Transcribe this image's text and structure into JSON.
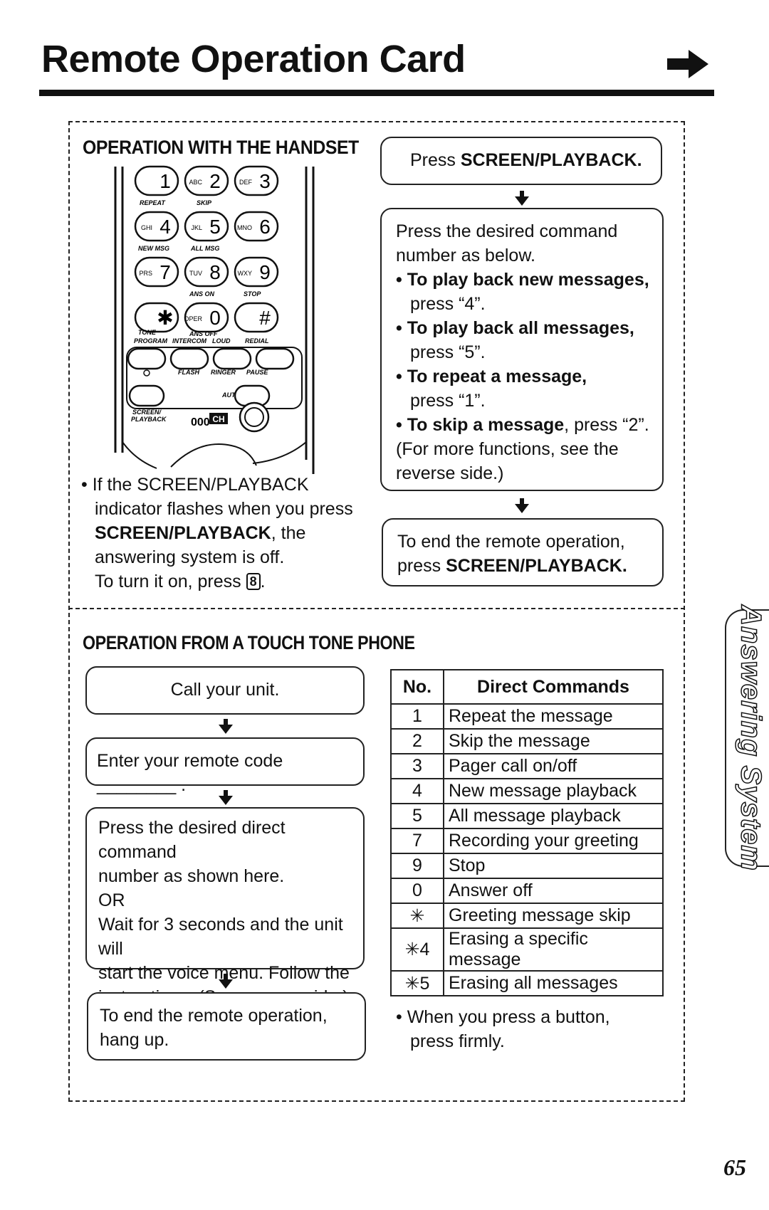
{
  "page": {
    "title": "Remote Operation Card",
    "page_number": "65",
    "side_tab": "Answering System"
  },
  "handset": {
    "heading": "OPERATION WITH THE HANDSET",
    "keys": [
      {
        "sub": "",
        "main": "1"
      },
      {
        "sub": "ABC",
        "main": "2"
      },
      {
        "sub": "DEF",
        "main": "3"
      },
      {
        "sub": "GHI",
        "main": "4"
      },
      {
        "sub": "JKL",
        "main": "5"
      },
      {
        "sub": "MNO",
        "main": "6"
      },
      {
        "sub": "PRS",
        "main": "7"
      },
      {
        "sub": "TUV",
        "main": "8"
      },
      {
        "sub": "WXY",
        "main": "9"
      },
      {
        "sub": "",
        "main": "✱"
      },
      {
        "sub": "OPER",
        "main": "0"
      },
      {
        "sub": "",
        "main": "#"
      }
    ],
    "key_labels": {
      "repeat": "REPEAT",
      "skip": "SKIP",
      "new_msg": "NEW MSG",
      "all_msg": "ALL MSG",
      "ans_on": "ANS ON",
      "stop": "STOP",
      "tone": "TONE",
      "ans_off": "ANS OFF",
      "program": "PROGRAM",
      "intercom": "INTERCOM",
      "loud": "LOUD",
      "redial": "REDIAL",
      "flash": "FLASH",
      "ringer": "RINGER",
      "pause": "PAUSE",
      "auto": "AUTO",
      "screen": "SCREEN/",
      "playback": "PLAYBACK",
      "ch": "CH",
      "mic": "000"
    },
    "note_line1": "• If the SCREEN/PLAYBACK",
    "note_line2": "indicator flashes when you press",
    "note_line3_bold": "SCREEN/PLAYBACK",
    "note_line3_rest": ", the",
    "note_line4": "answering system is off.",
    "note_line5": "To turn it on, press",
    "note_key": "8",
    "note_line5_end": ".",
    "step1_pre": "Press ",
    "step1_bold": "SCREEN/PLAYBACK.",
    "step2_line1": "Press the desired command",
    "step2_line2": "number as below.",
    "step2_b1_bold": "• To play back new messages,",
    "step2_b1_rest": "press “4”.",
    "step2_b2_bold": "• To play back all messages,",
    "step2_b2_rest": "press “5”.",
    "step2_b3_bold": "• To repeat a message,",
    "step2_b3_rest": "press “1”.",
    "step2_b4_bold": "• To skip a message",
    "step2_b4_rest": ", press “2”.",
    "step2_line_more1": "(For more functions, see the",
    "step2_line_more2": "reverse side.)",
    "step3_line1": "To end the remote operation,",
    "step3_pre": "press ",
    "step3_bold": "SCREEN/PLAYBACK."
  },
  "touchtone": {
    "heading": "OPERATION FROM A TOUCH TONE PHONE",
    "step1": "Call your unit.",
    "step2": "Enter your remote code",
    "step2_blank": "________ .",
    "step3_lines": [
      "Press the desired direct command",
      "number as shown here.",
      "OR",
      "Wait for 3 seconds and the unit will",
      "start the voice menu. Follow the",
      "instructions. (See reverse side.)"
    ],
    "step4_line1": "To end the remote operation,",
    "step4_line2": "hang up.",
    "table_headers": [
      "No.",
      "Direct Commands"
    ],
    "commands": [
      {
        "no": "1",
        "text": "Repeat the message"
      },
      {
        "no": "2",
        "text": "Skip the message"
      },
      {
        "no": "3",
        "text": "Pager call on/off"
      },
      {
        "no": "4",
        "text": "New message playback"
      },
      {
        "no": "5",
        "text": "All message playback"
      },
      {
        "no": "7",
        "text": "Recording your greeting"
      },
      {
        "no": "9",
        "text": "Stop"
      },
      {
        "no": "0",
        "text": "Answer off"
      },
      {
        "no": "✳",
        "text": "Greeting message skip"
      },
      {
        "no": "✳4",
        "text": "Erasing a specific message"
      },
      {
        "no": "✳5",
        "text": "Erasing all messages"
      }
    ],
    "tip_line1": "• When you press a button,",
    "tip_line2": "press firmly."
  }
}
